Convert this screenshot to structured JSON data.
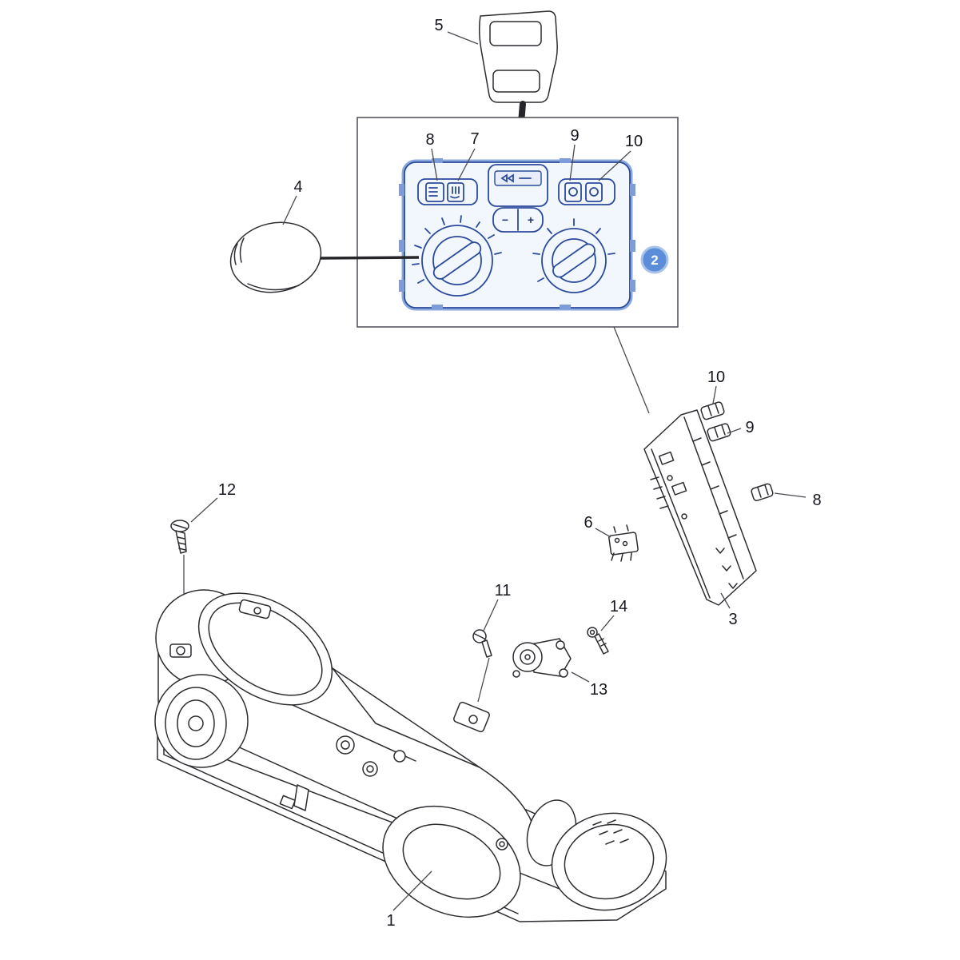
{
  "diagram": {
    "description": "Exploded parts diagram of a vehicle heater / climate control assembly",
    "background": "#ffffff",
    "line_color": "#2c2c31",
    "highlight_color": "#2b4a9b",
    "badge": {
      "bg": "#5b8dd9",
      "ring": "#a8c2ea",
      "text_color": "#ffffff"
    },
    "labels": {
      "p1": "1",
      "p2": "2",
      "p3": "3",
      "p4": "4",
      "p5": "5",
      "p6": "6",
      "p7": "7",
      "p8": "8",
      "p9": "9",
      "p10": "10",
      "p11": "11",
      "p12": "12",
      "p13": "13",
      "p14": "14"
    },
    "panel": {
      "minus": "−",
      "plus": "+"
    }
  }
}
